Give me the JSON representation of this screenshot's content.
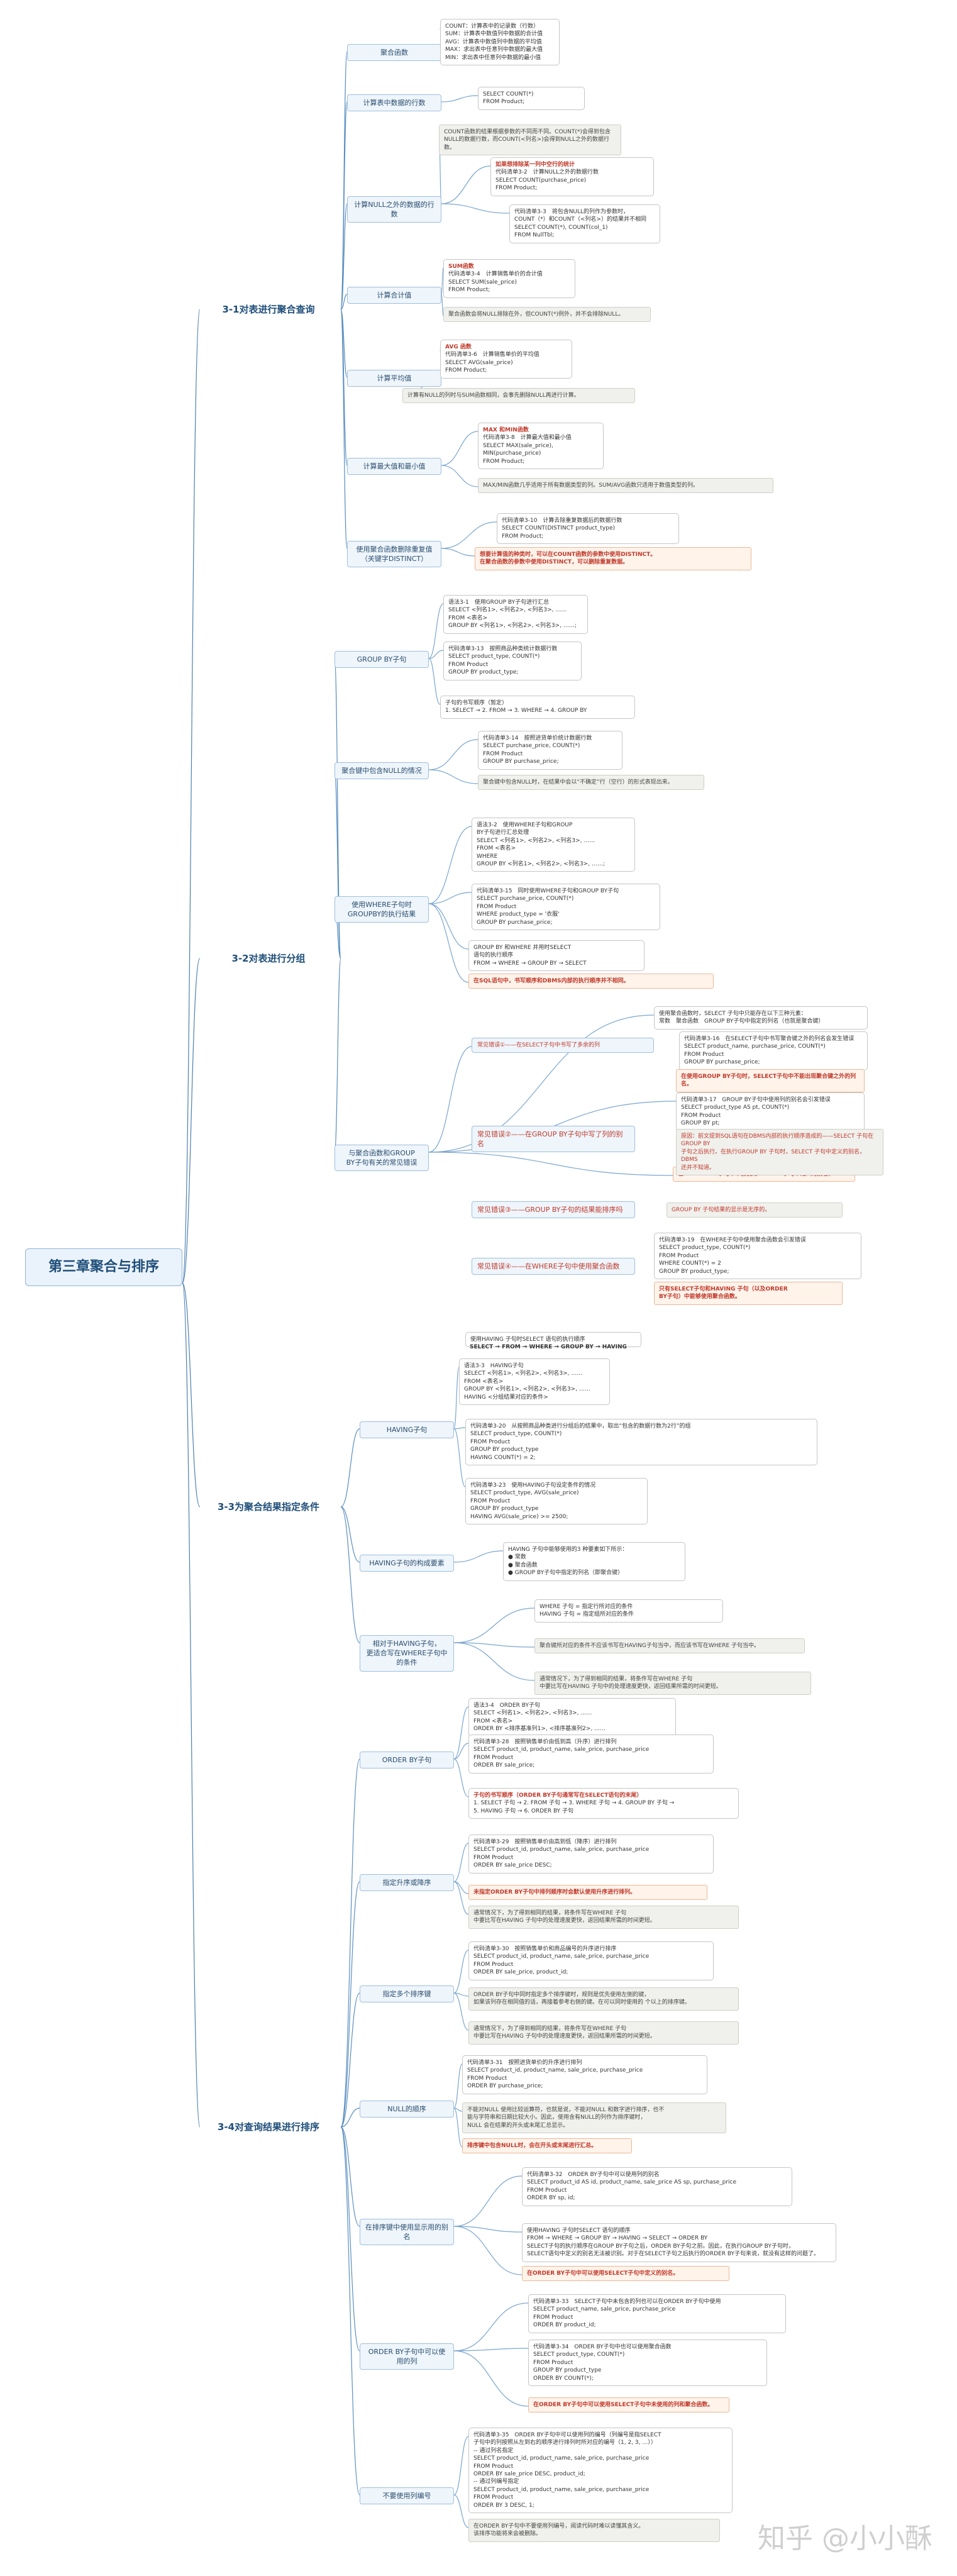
{
  "root": "第三章聚合与排序",
  "watermark": "知乎 @小小酥",
  "sections": [
    {
      "title": "3-1对表进行聚合查询",
      "items": [
        {
          "label": "聚合函数",
          "boxes": [
            {
              "kind": "code",
              "text": "COUNT：计算表中的记录数（行数）\nSUM：计算表中数值列中数据的合计值\nAVG：计算表中数值列中数据的平均值\nMAX：求出表中任意列中数据的最大值\nMIN：求出表中任意列中数据的最小值"
            }
          ]
        },
        {
          "label": "计算表中数据的行数",
          "boxes": [
            {
              "kind": "code",
              "text": "SELECT COUNT(*)\nFROM Product;"
            }
          ]
        },
        {
          "label": "计算NULL之外的数据的行数",
          "boxes": [
            {
              "kind": "note",
              "text": "COUNT函数的结果根据参数的不同而不同。COUNT(*)会得到包含NULL的数据行数，而COUNT(<列名>)会得到NULL之外的数据行数。"
            },
            {
              "kind": "code",
              "title": "如果想排除某一列中空行的统计",
              "text": "代码清单3-2　计算NULL之外的数据行数\nSELECT COUNT(purchase_price)\nFROM Product;"
            },
            {
              "kind": "code",
              "text": "代码清单3-3　将包含NULL的列作为参数时，\nCOUNT（*）和COUNT（<列名>）的结果并不相同\nSELECT COUNT(*), COUNT(col_1)\nFROM NullTbl;"
            }
          ]
        },
        {
          "label": "计算合计值",
          "boxes": [
            {
              "kind": "code",
              "title": "SUM函数",
              "text": "代码清单3-4　计算销售单价的合计值\nSELECT SUM(sale_price)\nFROM Product;"
            },
            {
              "kind": "note",
              "text": "聚合函数会将NULL排除在外，但COUNT(*)例外，并不会排除NULL。"
            }
          ]
        },
        {
          "label": "计算平均值",
          "boxes": [
            {
              "kind": "code",
              "title": "AVG 函数",
              "text": "代码清单3-6　计算销售单价的平均值\nSELECT AVG(sale_price)\nFROM Product;"
            },
            {
              "kind": "note",
              "text": "计算有NULL的列时与SUM函数相同，会事先删除NULL再进行计算。"
            }
          ]
        },
        {
          "label": "计算最大值和最小值",
          "boxes": [
            {
              "kind": "code",
              "title": "MAX 和MIN函数",
              "text": "代码清单3-8　计算最大值和最小值\nSELECT MAX(sale_price),\nMIN(purchase_price)\nFROM Product;"
            },
            {
              "kind": "note",
              "text": "MAX/MIN函数几乎适用于所有数据类型的列。SUM/AVG函数只适用于数值类型的列。"
            }
          ]
        },
        {
          "label": "使用聚合函数删除重复值\n（关键字DISTINCT）",
          "boxes": [
            {
              "kind": "code",
              "text": "代码清单3-10　计算去除重复数据后的数据行数\nSELECT COUNT(DISTINCT product_type)\nFROM Product;"
            },
            {
              "kind": "warn",
              "text": "想要计算值的种类时，可以在COUNT函数的参数中使用DISTINCT。\n在聚合函数的参数中使用DISTINCT，可以删除重复数据。"
            }
          ]
        }
      ]
    },
    {
      "title": "3-2对表进行分组",
      "items": [
        {
          "label": "GROUP BY子句",
          "boxes": [
            {
              "kind": "code",
              "text": "语法3-1　使用GROUP BY子句进行汇总\nSELECT <列名1>, <列名2>, <列名3>, ……\nFROM <表名>\nGROUP BY <列名1>, <列名2>, <列名3>, ……;"
            },
            {
              "kind": "code",
              "text": "代码清单3-13　按照商品种类统计数据行数\nSELECT product_type, COUNT(*)\nFROM Product\nGROUP BY product_type;"
            },
            {
              "kind": "code",
              "text": "子句的书写顺序（暂定）\n1. SELECT → 2. FROM → 3. WHERE → 4. GROUP BY"
            }
          ]
        },
        {
          "label": "聚合键中包含NULL的情况",
          "boxes": [
            {
              "kind": "code",
              "text": "代码清单3-14　按照进货单价统计数据行数\nSELECT purchase_price, COUNT(*)\nFROM Product\nGROUP BY purchase_price;"
            },
            {
              "kind": "note",
              "text": "聚合键中包含NULL时，在结果中会以“不确定”行（空行）的形式表现出来。"
            }
          ]
        },
        {
          "label": "使用WHERE子句时\nGROUPBY的执行结果",
          "boxes": [
            {
              "kind": "code",
              "text": "语法3-2　使用WHERE子句和GROUP\nBY子句进行汇总处理\nSELECT <列名1>, <列名2>, <列名3>, ……\nFROM <表名>\nWHERE\nGROUP BY <列名1>, <列名2>, <列名3>, ……;"
            },
            {
              "kind": "code",
              "text": "代码清单3-15　同时使用WHERE子句和GROUP BY子句\nSELECT purchase_price, COUNT(*)\nFROM Product\nWHERE product_type = '衣服'\nGROUP BY purchase_price;"
            },
            {
              "kind": "code",
              "text": "GROUP BY 和WHERE 并用时SELECT\n语句的执行顺序\nFROM → WHERE → GROUP BY → SELECT"
            },
            {
              "kind": "warn",
              "text": "在SQL语句中，书写顺序和DBMS内部的执行顺序并不相同。"
            }
          ]
        },
        {
          "label": "与聚合函数和GROUP\nBY子句有关的常见错误",
          "boxes": [
            {
              "kind": "sub",
              "text": "常见错误①——在SELECT子句中书写了多余的列"
            },
            {
              "kind": "code",
              "text": "使用聚合函数时，SELECT 子句中只能存在以下三种元素：\n常数　聚合函数　GROUP BY子句中指定的列名（也就是聚合键）"
            },
            {
              "kind": "code",
              "text": "代码清单3-17　GROUP BY子句中使用列的别名会引发错误\nSELECT product_type AS pt, COUNT(*)\nFROM Product\nGROUP BY pt;"
            },
            {
              "kind": "warn",
              "text": "在GROUP BY 子句中不能使用SELECT 子句中定义的别名。"
            }
          ]
        }
      ]
    },
    {
      "title": "3-3为聚合结果指定条件",
      "items": [
        {
          "label": "HAVING子句",
          "boxes": [
            {
              "kind": "code",
              "text": "语法3-3　HAVING子句\nSELECT <列名1>, <列名2>, <列名3>, ……\nFROM <表名>\nGROUP BY <列名1>, <列名2>, <列名3>, ……\nHAVING <分组结果对应的条件>"
            },
            {
              "kind": "code",
              "text": "代码清单3-20　从按照商品种类进行分组后的结果中，取出“包含的数据行数为2行”的组\nSELECT product_type, COUNT(*)\nFROM Product\nGROUP BY product_type\nHAVING COUNT(*) = 2;"
            },
            {
              "kind": "code",
              "text": "代码清单3-23　使用HAVING子句设定条件的情况\nSELECT product_type, AVG(sale_price)\nFROM Product\nGROUP BY product_type\nHAVING AVG(sale_price) >= 2500;"
            }
          ]
        },
        {
          "label": "HAVING子句的构成要素",
          "boxes": [
            {
              "kind": "code",
              "text": "HAVING 子句中能够使用的3 种要素如下所示：\n● 常数\n● 聚合函数\n● GROUP BY子句中指定的列名（即聚合键）"
            }
          ]
        },
        {
          "label": "相对于HAVING子句，\n更适合写在WHERE子句中的条件",
          "boxes": [
            {
              "kind": "code",
              "text": "WHERE 子句 = 指定行所对应的条件\nHAVING 子句 = 指定组所对应的条件"
            },
            {
              "kind": "note",
              "text": "聚合键所对应的条件不应该书写在HAVING子句当中，而应该书写在WHERE 子句当中。"
            },
            {
              "kind": "note",
              "text": "通常情况下，为了得到相同的结果，将条件写在WHERE 子句\n中要比写在HAVING 子句中的处理速度更快，返回结果所需的时间更短。"
            }
          ]
        }
      ]
    },
    {
      "title": "3-4对查询结果进行排序",
      "items": [
        {
          "label": "ORDER BY子句",
          "boxes": [
            {
              "kind": "code",
              "text": "语法3-4　ORDER BY子句\nSELECT <列名1>, <列名2>, <列名3>, ……\nFROM <表名>\nORDER BY <排序基准列1>, <排序基准列2>, ……"
            },
            {
              "kind": "code",
              "text": "代码清单3-28　按照销售单价由低到高（升序）进行排列\nSELECT product_id, product_name, sale_price, purchase_price\nFROM Product\nORDER BY sale_price;"
            },
            {
              "kind": "code",
              "title": "子句的书写顺序（ORDER BY子句通常写在SELECT语句的末尾）",
              "text": "1. SELECT 子句 → 2. FROM 子句 → 3. WHERE 子句 → 4. GROUP BY 子句 →\n5. HAVING 子句 → 6. ORDER BY 子句"
            }
          ]
        },
        {
          "label": "指定升序或降序",
          "boxes": [
            {
              "kind": "code",
              "text": "代码清单3-29　按照销售单价由高到低（降序）进行排列\nSELECT product_id, product_name, sale_price, purchase_price\nFROM Product\nORDER BY sale_price DESC;"
            },
            {
              "kind": "warn",
              "text": "未指定ORDER BY子句中排列顺序时会默认使用升序进行排列。"
            },
            {
              "kind": "note",
              "text": "通常情况下，为了得到相同的结果，将条件写在WHERE 子句\n中要比写在HAVING 子句中的处理速度更快，返回结果所需的时间更短。"
            }
          ]
        },
        {
          "label": "指定多个排序键",
          "boxes": [
            {
              "kind": "code",
              "text": "代码清单3-30　按照销售单价和商品编号的升序进行排序\nSELECT product_id, product_name, sale_price, purchase_price\nFROM Product\nORDER BY sale_price, product_id;"
            },
            {
              "kind": "note",
              "text": "ORDER BY子句中同时指定多个排序键时，规则是优先使用左侧的键，\n如果该列存在相同值的话，再接着参考右侧的键。在可以同时使用的 个以上的排序键。"
            },
            {
              "kind": "note",
              "text": "通常情况下，为了得到相同的结果，将条件写在WHERE 子句\n中要比写在HAVING 子句中的处理速度更快，返回结果所需的时间更短。"
            }
          ]
        },
        {
          "label": "NULL的顺序",
          "boxes": [
            {
              "kind": "code",
              "text": "代码清单3-31　按照进货单价的升序进行排列\nSELECT product_id, product_name, sale_price, purchase_price\nFROM Product\nORDER BY purchase_price;"
            },
            {
              "kind": "note",
              "text": "不能对NULL 使用比较运算符，也就是说，不能对NULL 和数字进行排序，也不\n能与字符串和日期比较大小。因此，使用含有NULL的列作为排序键时，\nNULL 会在结果的开头或末尾汇总显示。"
            },
            {
              "kind": "warn",
              "text": "排序键中包含NULL时，会在开头或末尾进行汇总。"
            }
          ]
        },
        {
          "label": "在排序键中使用显示用的别名",
          "boxes": [
            {
              "kind": "code",
              "text": "代码清单3-32　ORDER BY子句中可以使用列的别名\nSELECT product_id AS id, product_name, sale_price AS sp, purchase_price\nFROM Product\nORDER BY sp, id;"
            },
            {
              "kind": "code",
              "text": "使用HAVING 子句时SELECT 语句的顺序\nFROM → WHERE → GROUP BY → HAVING → SELECT → ORDER BY\nSELECT子句的执行顺序在GROUP BY子句之后，ORDER BY子句之前。因此，在执行GROUP BY子句时，\nSELECT语句中定义的别名无法被识别。对于在SELECT子句之后执行的ORDER BY子句来说，就没有这样的问题了。"
            },
            {
              "kind": "warn",
              "text": "在ORDER BY子句中可以使用SELECT子句中定义的别名。"
            }
          ]
        },
        {
          "label": "ORDER BY子句中可以使用的列",
          "boxes": [
            {
              "kind": "code",
              "text": "代码清单3-33　SELECT子句中未包含的列也可以在ORDER BY子句中使用\nSELECT product_name, sale_price, purchase_price\nFROM Product\nORDER BY product_id;"
            },
            {
              "kind": "code",
              "text": "代码清单3-34　ORDER BY子句中也可以使用聚合函数\nSELECT product_type, COUNT(*)\nFROM Product\nGROUP BY product_type\nORDER BY COUNT(*);"
            },
            {
              "kind": "warn",
              "text": "在ORDER BY子句中可以使用SELECT子句中未使用的列和聚合函数。"
            }
          ]
        },
        {
          "label": "不要使用列编号",
          "boxes": [
            {
              "kind": "code",
              "text": "代码清单3-35　ORDER BY子句中可以使用列的编号（列编号是指SELECT\n子句中的列按照从左到右的顺序进行排列时所对应的编号（1, 2, 3, …））\n-- 通过列名指定\nSELECT product_id, product_name, sale_price, purchase_price\nFROM Product\nORDER BY sale_price DESC, product_id;\n-- 通过列编号指定\nSELECT product_id, product_name, sale_price, purchase_price\nFROM Product\nORDER BY 3 DESC, 1;"
            },
            {
              "kind": "note",
              "text": "在ORDER BY子句中不要使用列编号，阅读代码时难以读懂其含义。\n该排序功能将来会被删除。"
            }
          ]
        }
      ]
    }
  ],
  "extra": {
    "having_order_label": "使用HAVING 子句时SELECT 语句的执行顺序",
    "having_order": "SELECT → FROM → WHERE → GROUP BY → HAVING",
    "err2": "常见错误②——在GROUP BY子句中写了列的别名",
    "err2_note": "原因：前文提到SQL语句在DBMS内部的执行顺序造成的——SELECT 子句在GROUP BY\n子句之后执行。在执行GROUP BY 子句时，SELECT 子句中定义的别名，DBMS\n还并不知道。",
    "err3": "常见错误③——GROUP BY子句的结果能排序吗",
    "err3_note": "GROUP BY 子句结果的显示是无序的。",
    "err4": "常见错误④——在WHERE子句中使用聚合函数",
    "err4_code": "代码清单3-19　在WHERE子句中使用聚合函数会引发错误\nSELECT product_type, COUNT(*)\nFROM Product\nWHERE COUNT(*) = 2\nGROUP BY product_type;",
    "err4_warn": "只有SELECT子句和HAVING 子句（以及ORDER\nBY子句）中能够使用聚合函数。",
    "err1_code": "代码清单3-16　在SELECT子句中书写聚合键之外的列名会发生错误\nSELECT product_name, purchase_price, COUNT(*)\nFROM Product\nGROUP BY purchase_price;",
    "err1_warn": "在使用GROUP BY子句时，SELECT子句中不能出现聚合键之外的列名。"
  }
}
